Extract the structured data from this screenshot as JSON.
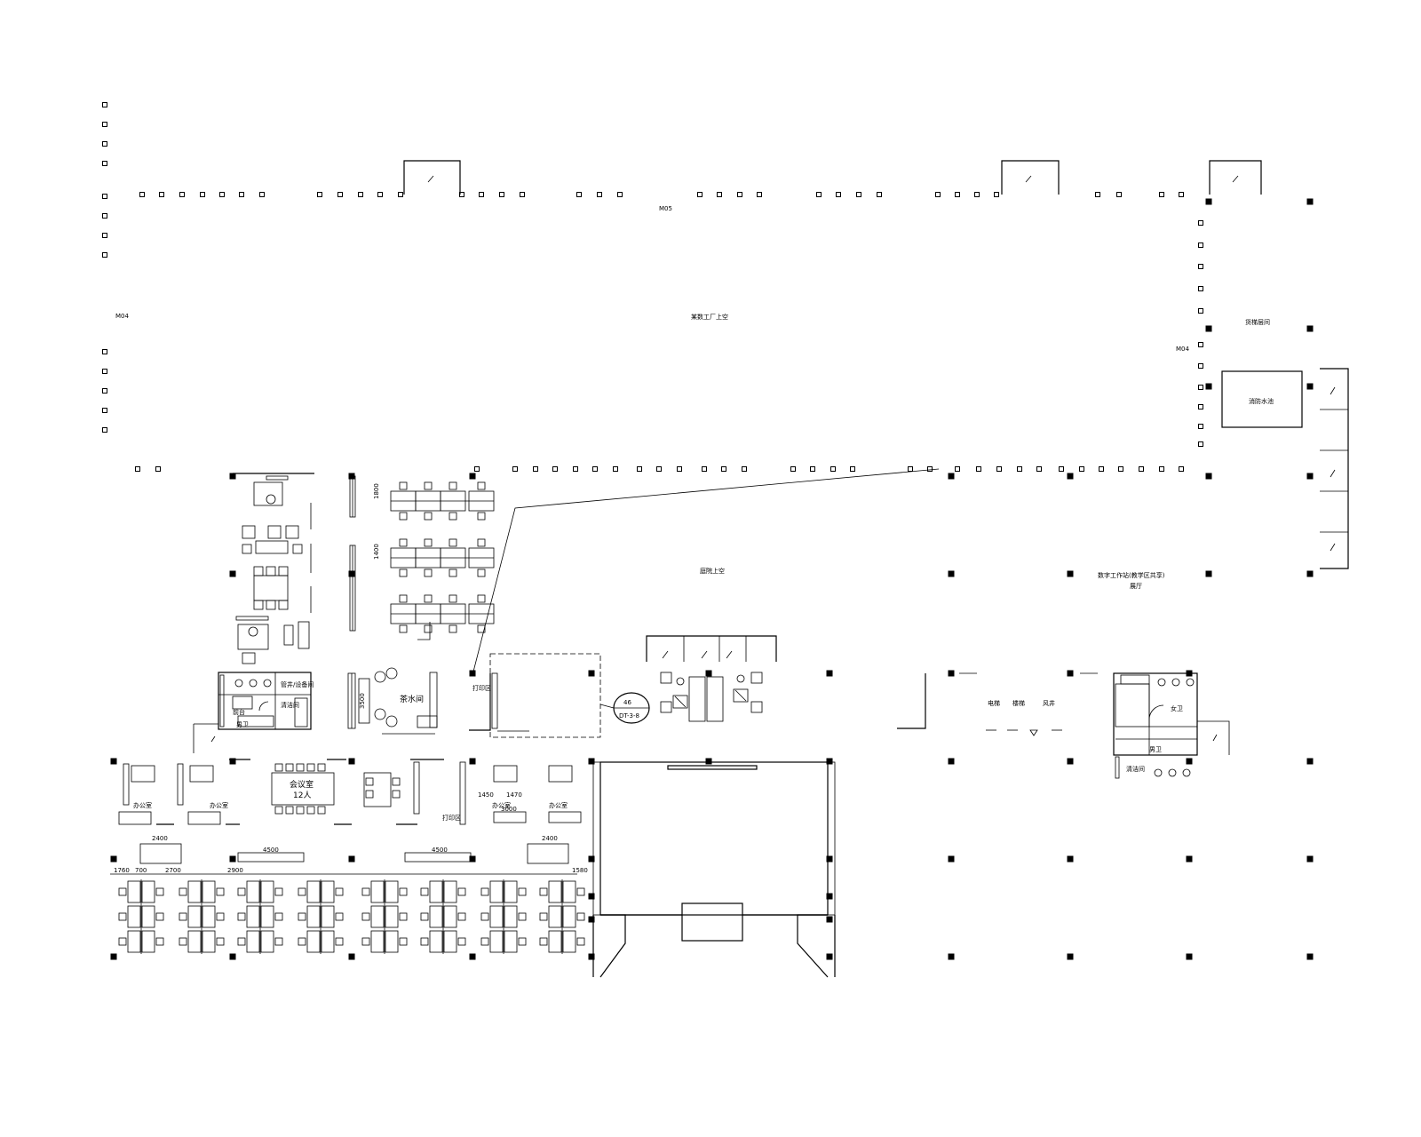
{
  "drawing": {
    "labels": {
      "top_tag": "M05",
      "left_tag": "M04",
      "right_tag": "M04",
      "factory_upper": "某数工厂上空",
      "right_upper_room": "货梯层间",
      "fire_pool": "消防水池",
      "atrium": "庭院上空",
      "right_area_1": "数字工作站(教学区共享)",
      "right_area_2": "展厅",
      "meeting_room": "会议室",
      "meeting_seats": "12人",
      "tea_room": "茶水间",
      "print_zone": "打印区",
      "print_zone_2": "打印区",
      "office_1": "办公室",
      "office_2": "办公室",
      "office_3": "办公室",
      "office_4": "办公室",
      "reception": "前台",
      "axis_bubble_top": "46",
      "axis_bubble_bottom": "DT-3-8",
      "lobby_1": "电梯",
      "lobby_2": "楼梯",
      "lobby_3": "风井",
      "right_room": "女卫",
      "right_room_2": "男卫",
      "right_room_3": "清洁间",
      "mech_1": "管井/设备间",
      "mech_2": "清洁间",
      "toilet": "男卫"
    },
    "dimensions": {
      "d_4500_a": "4500",
      "d_4500_b": "4500",
      "d_2400_a": "2400",
      "d_2400_b": "2400",
      "d_1760": "1760",
      "d_2700": "2700",
      "d_2900": "2900",
      "d_700": "700",
      "d_1580": "1580",
      "d_1450": "1450",
      "d_1470": "1470",
      "d_3000": "3000",
      "d_1800": "1800",
      "d_1400": "1400",
      "d_3500": "3500"
    }
  }
}
